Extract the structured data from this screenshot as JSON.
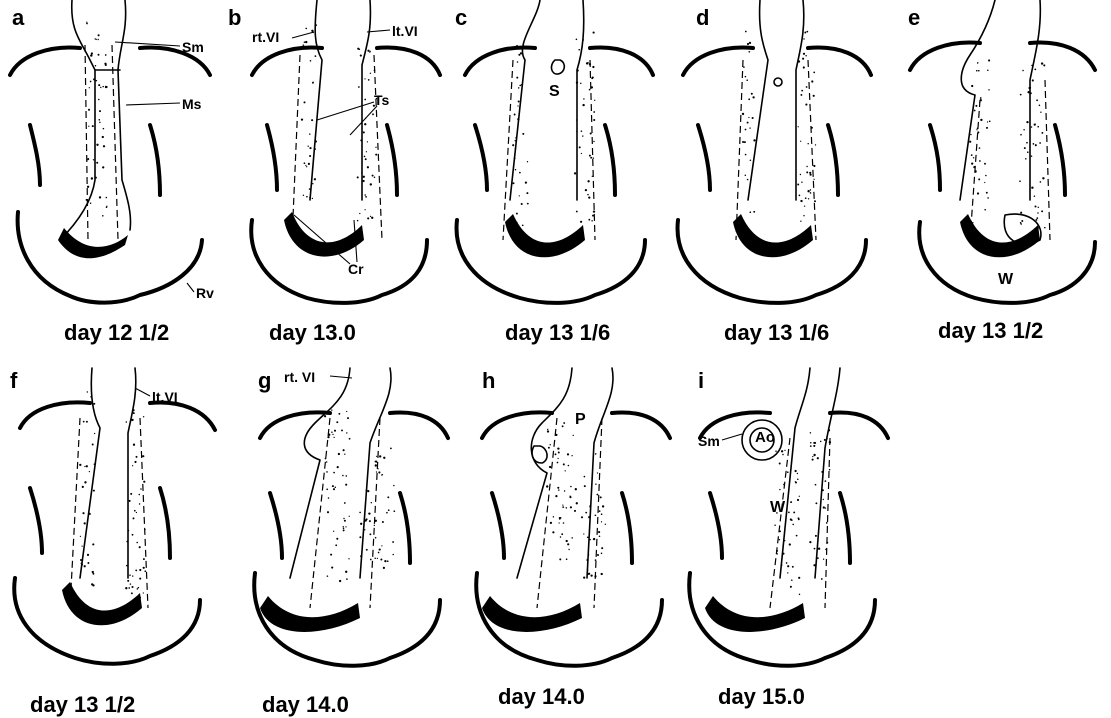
{
  "panels": [
    {
      "letter": "a",
      "caption": "day 12 1/2",
      "labels": [
        "Sm",
        "Ms",
        "Rv"
      ]
    },
    {
      "letter": "b",
      "caption": "day 13.0",
      "labels": [
        "rt.VI",
        "lt.VI",
        "Ts",
        "Cr"
      ]
    },
    {
      "letter": "c",
      "caption": "day 13 1/6",
      "labels": [
        "S"
      ]
    },
    {
      "letter": "d",
      "caption": "day 13 1/6",
      "labels": []
    },
    {
      "letter": "e",
      "caption": "day 13 1/2",
      "labels": [
        "W"
      ]
    },
    {
      "letter": "f",
      "caption": "day 13 1/2",
      "labels": [
        "lt.VI"
      ]
    },
    {
      "letter": "g",
      "caption": "day 14.0",
      "labels": [
        "rt. VI"
      ]
    },
    {
      "letter": "h",
      "caption": "day 14.0",
      "labels": [
        "P"
      ]
    },
    {
      "letter": "i",
      "caption": "day 15.0",
      "labels": [
        "Sm",
        "Ao",
        "W"
      ]
    }
  ]
}
